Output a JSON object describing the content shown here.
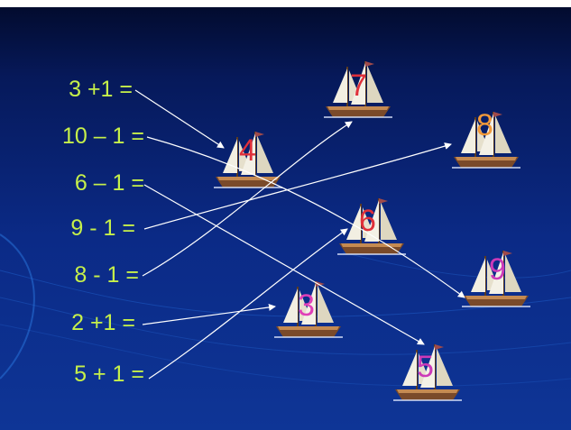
{
  "expressions": [
    "3 +1 =",
    "10 – 1 =",
    "6 – 1 =",
    "9 - 1 =",
    "8 - 1 =",
    "2 +1 =",
    "5 + 1 ="
  ],
  "ships": [
    {
      "number": "7",
      "color": "#e0303a"
    },
    {
      "number": "4",
      "color": "#e0303a"
    },
    {
      "number": "8",
      "color": "#f29a3a"
    },
    {
      "number": "6",
      "color": "#e0303a"
    },
    {
      "number": "9",
      "color": "#cc3ab8"
    },
    {
      "number": "3",
      "color": "#e040b8"
    },
    {
      "number": "5",
      "color": "#cc3ab8"
    }
  ],
  "colors": {
    "expression_text": "#c6f04a",
    "background": "#0b2a86",
    "arrow": "#ffffff"
  }
}
